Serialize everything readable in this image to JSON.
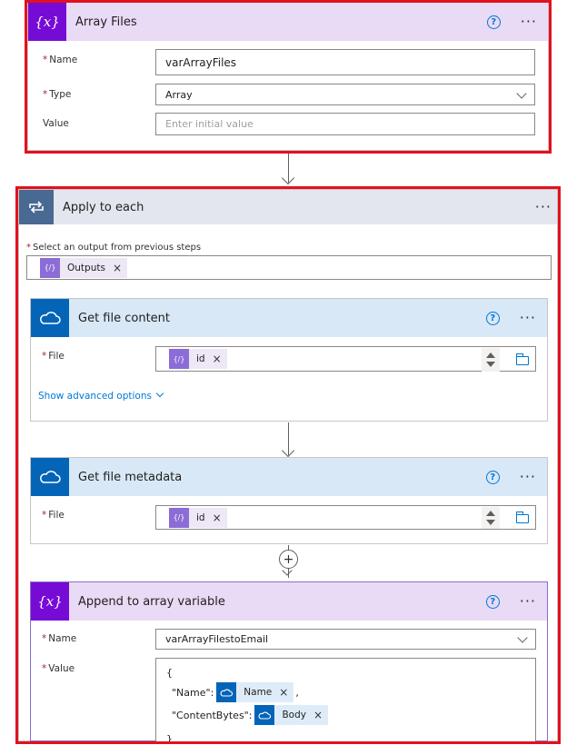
{
  "array_files": {
    "title": "Array Files",
    "name_label": "Name",
    "name_value": "varArrayFiles",
    "type_label": "Type",
    "type_value": "Array",
    "value_label": "Value",
    "value_placeholder": "Enter initial value"
  },
  "apply_to_each": {
    "title": "Apply to each",
    "select_label": "Select an output from previous steps",
    "token_label": "Outputs"
  },
  "get_file_content": {
    "title": "Get file content",
    "file_label": "File",
    "token_label": "id",
    "advanced_link": "Show advanced options"
  },
  "get_file_metadata": {
    "title": "Get file metadata",
    "file_label": "File",
    "token_label": "id"
  },
  "append": {
    "title": "Append to array variable",
    "name_label": "Name",
    "name_value": "varArrayFilestoEmail",
    "value_label": "Value",
    "json_open": "{",
    "line1_key": "\"Name\":",
    "line1_token": "Name",
    "line1_suffix": ",",
    "line2_key": "\"ContentBytes\":",
    "line2_token": "Body",
    "json_close": "}"
  },
  "icons": {
    "variable": "variable-icon",
    "loop": "loop-icon",
    "onedrive": "onedrive-cloud-icon",
    "help": "?",
    "more": "···",
    "remove": "×",
    "add": "+"
  },
  "colors": {
    "variable_header": "#e9daf5",
    "variable_icon": "#770bd6",
    "loop_header": "#e3e6ee",
    "loop_icon": "#486991",
    "onedrive_header": "#d8e8f6",
    "onedrive_icon": "#0364b8",
    "highlight": "#e3101f"
  }
}
